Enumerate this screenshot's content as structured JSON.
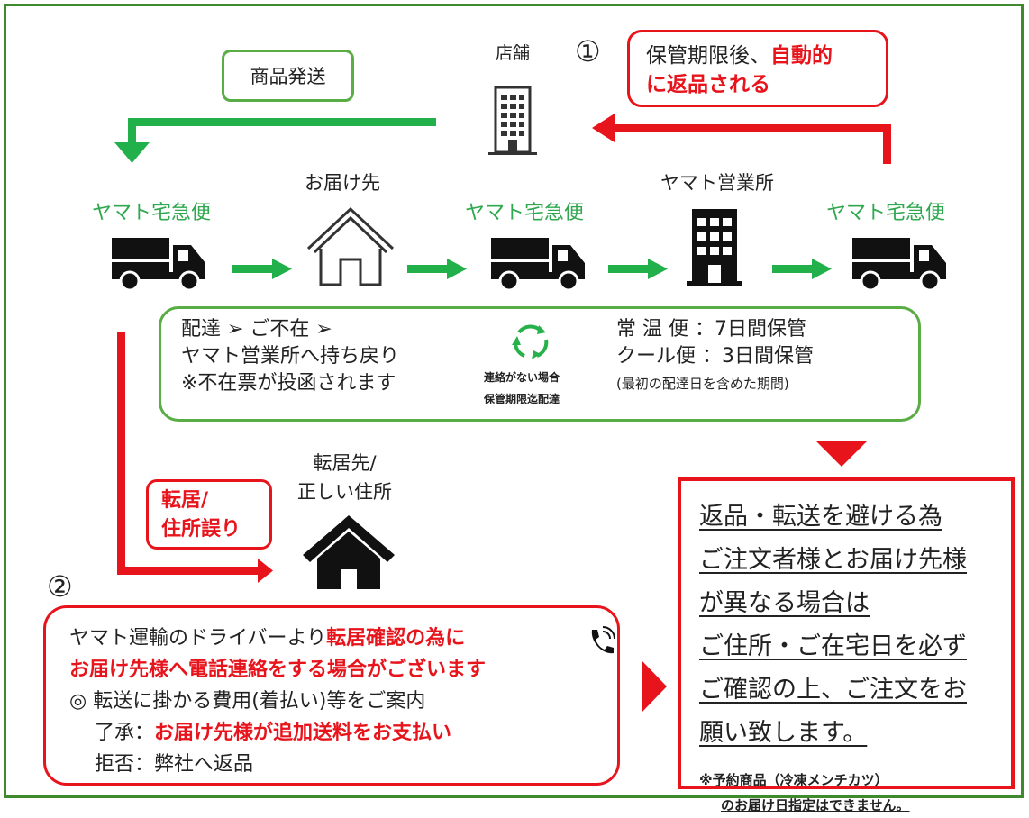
{
  "colors": {
    "frame": "#3f8a2e",
    "green_box": "#5aac44",
    "green_arrow": "#22b04a",
    "red": "#e8141c",
    "black": "#111111"
  },
  "icons": [
    "building-icon",
    "truck-icon",
    "house-outline-icon",
    "office-building-icon",
    "house-filled-icon",
    "refresh-cycle-icon",
    "phone-icon"
  ],
  "labels": {
    "shipping": "商品発送",
    "store": "店舗",
    "circle_1": "①",
    "circle_2": "②",
    "auto_return_line1_normal": "保管期限後、",
    "auto_return_line1_red": "自動的",
    "auto_return_line2_red": "に返品される",
    "yamato_takkyubin": "ヤマト宅急便",
    "destination": "お届け先",
    "yamato_office": "ヤマト営業所",
    "moving_to_line1": "転居先/",
    "moving_to_line2": "正しい住所",
    "moving_error_line1": "転居/",
    "moving_error_line2": "住所誤り"
  },
  "delivery_box": {
    "line1": "配達 ➢ ご不在 ➢",
    "line2": "ヤマト営業所へ持ち戻り",
    "line3": "※不在票が投函されます",
    "cycle_line1": "連絡がない場合",
    "cycle_line2": "保管期限迄配達",
    "normal_label": "常 温 便 ：7日間保管",
    "cool_label": "クール便 ：3日間保管",
    "note": "(最初の配達日を含めた期間)"
  },
  "driver_box": {
    "line1_normal": "ヤマト運輸のドライバーより",
    "line1_red": "転居確認の為に",
    "line2_red": "お届け先様へ電話連絡をする場合がございます",
    "line3": "◎ 転送に掛かる費用(着払い)等をご案内",
    "line4_prefix": "了承：",
    "line4_red": "お届け先様が追加送料をお支払い",
    "line5": "拒否：弊社へ返品"
  },
  "notice_box": {
    "lines": [
      "返品・転送を避ける為",
      "ご注文者様とお届け先様",
      "が異なる場合は",
      "ご住所・ご在宅日を必ず",
      "ご確認の上、ご注文をお",
      "願い致します。"
    ],
    "note_line1": "※予約商品（冷凍メンチカツ）",
    "note_line2": "のお届け日指定はできません。"
  }
}
